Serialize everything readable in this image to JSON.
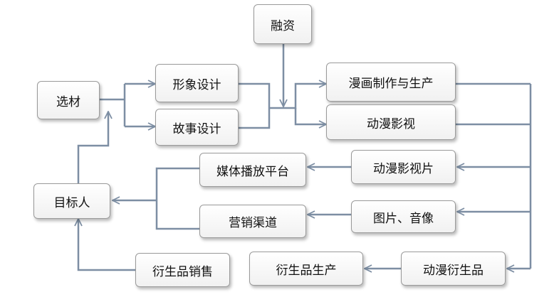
{
  "nodes": {
    "financing": "融资",
    "selection": "选材",
    "image_design": "形象设计",
    "story_design": "故事设计",
    "comic_production": "漫画制作与生产",
    "animation_film": "动漫影视",
    "target_audience": "目标人",
    "media_platform": "媒体播放平台",
    "animation_films": "动漫影视片",
    "marketing_channel": "营销渠道",
    "pictures_audio": "图片、音像",
    "derivative_sales": "衍生品销售",
    "derivative_production": "衍生品生产",
    "animation_derivatives": "动漫衍生品"
  },
  "colors": {
    "connector": "#7d8ea3",
    "box_border": "#9a9a9a"
  }
}
